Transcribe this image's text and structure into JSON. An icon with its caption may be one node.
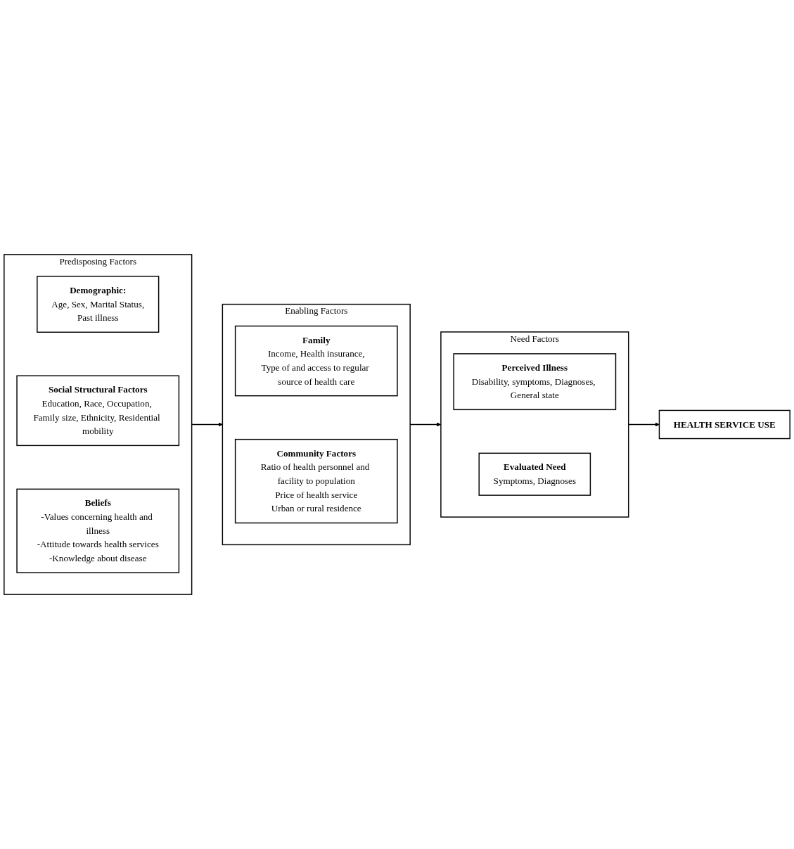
{
  "diagram": {
    "nodes": [
      {
        "text": [
          "Predisposing Factors"
        ]
      },
      {
        "text": [
          "Demographic:",
          "Age, Sex, Marital Status,",
          "Past illness"
        ],
        "in": 0
      },
      {
        "text": [
          "Social Structural Factors",
          "Education, Race, Occupation, Family size, Ethnicity, Residential mobility"
        ],
        "in": 0
      },
      {
        "text": [
          "Beliefs",
          "-Values concerning health and illness",
          "-Attitude towards health services",
          "-Knowledge about disease"
        ],
        "in": 0
      },
      {
        "text": [
          "Enabling Factors"
        ]
      },
      {
        "text": [
          "Family",
          "Income, Health insurance,",
          "Type of and access to regular source of health care"
        ],
        "in": 4
      },
      {
        "text": [
          "Community Factors",
          "Ratio of health personnel and facility to population",
          "Price of health service",
          "Urban or rural residence"
        ],
        "in": 4
      },
      {
        "text": [
          "Need Factors"
        ]
      },
      {
        "text": [
          "Perceived Illness",
          "Disability, symptoms, Diagnoses, General state"
        ],
        "in": 7
      },
      {
        "text": [
          "Evaluated Need",
          "Symptoms, Diagnoses"
        ],
        "in": 7
      },
      {
        "text": [
          "HEALTH SERVICE USE"
        ]
      }
    ],
    "edges": [
      {
        "from": 0,
        "to": 4,
        "arrow": "to"
      },
      {
        "from": 4,
        "to": 7,
        "arrow": "to"
      },
      {
        "from": 7,
        "to": 10,
        "arrow": "to"
      }
    ]
  }
}
